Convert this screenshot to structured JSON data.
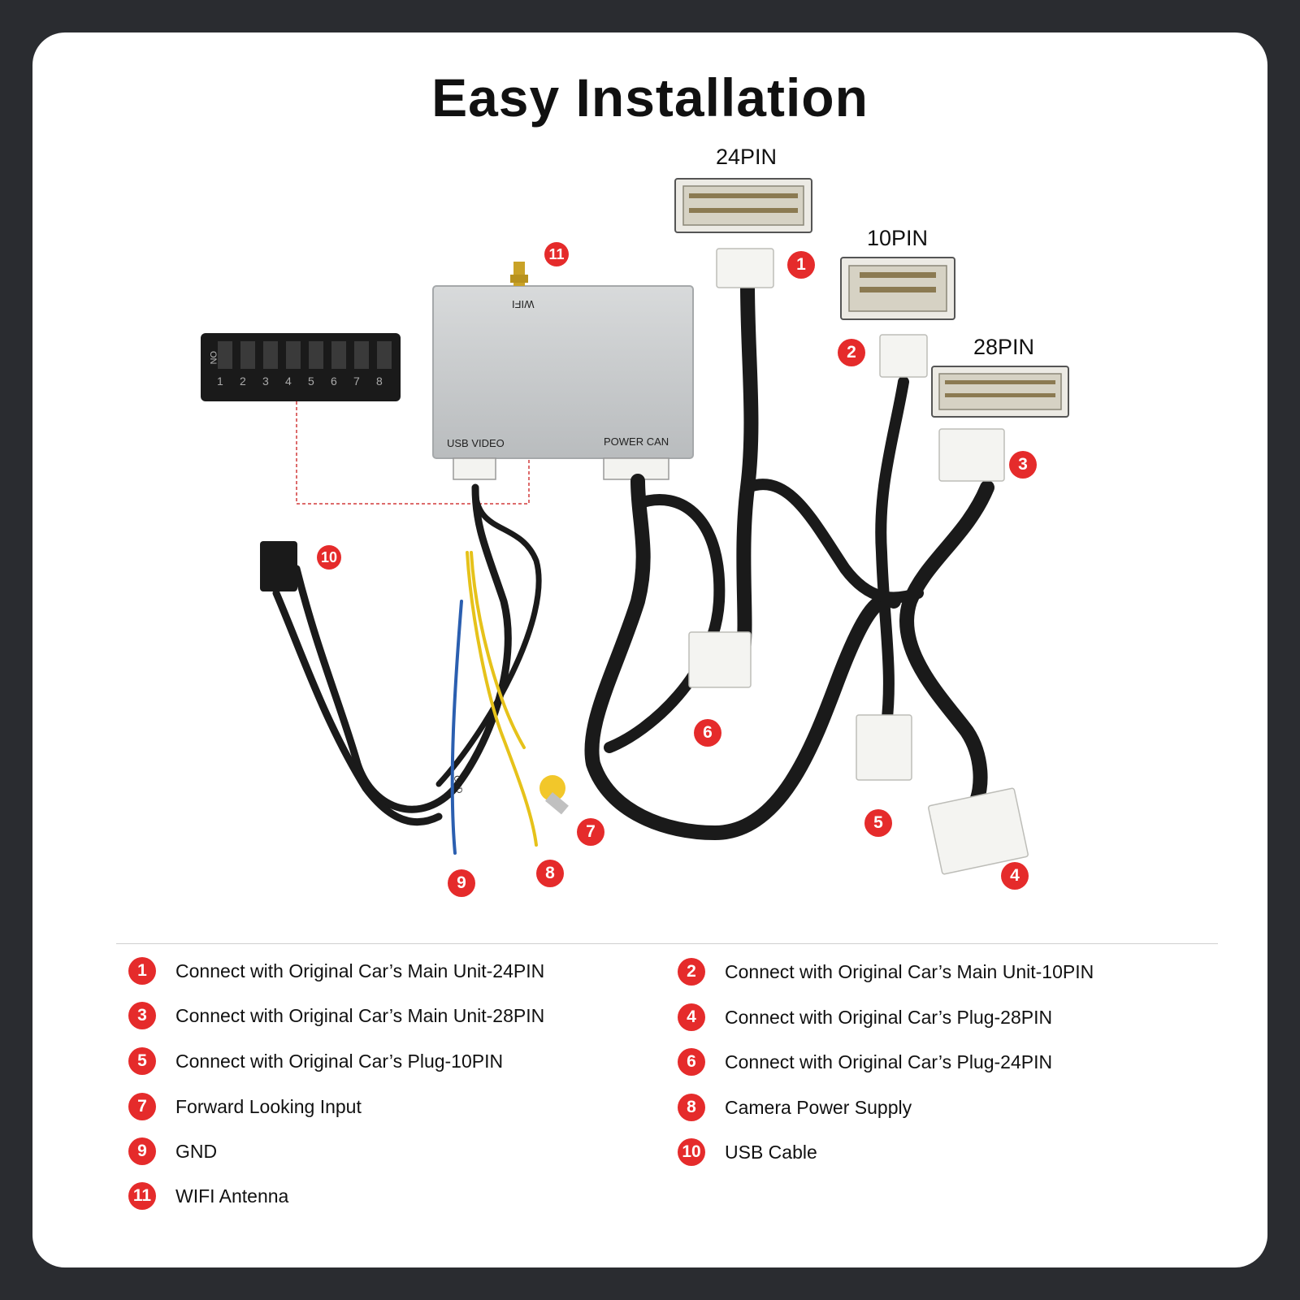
{
  "title": "Easy Installation",
  "pin_labels": {
    "pin24": "24PIN",
    "pin10": "10PIN",
    "pin28": "28PIN"
  },
  "box_labels": {
    "wifi": "WIFI",
    "usb_video": "USB VIDEO",
    "power_can": "POWER CAN",
    "gnd_tag": "GND",
    "dip_on": "ON",
    "dip_numbers": [
      "1",
      "2",
      "3",
      "4",
      "5",
      "6",
      "7",
      "8"
    ]
  },
  "callouts": [
    "1",
    "2",
    "3",
    "4",
    "5",
    "6",
    "7",
    "8",
    "9",
    "10",
    "11"
  ],
  "legend": [
    {
      "num": "1",
      "text": "Connect with Original Car’s Main Unit-24PIN"
    },
    {
      "num": "2",
      "text": "Connect with Original Car’s Main Unit-10PIN"
    },
    {
      "num": "3",
      "text": "Connect with Original Car’s Main Unit-28PIN"
    },
    {
      "num": "4",
      "text": "Connect with Original Car’s Plug-28PIN"
    },
    {
      "num": "5",
      "text": "Connect with Original Car’s Plug-10PIN"
    },
    {
      "num": "6",
      "text": "Connect with Original Car’s Plug-24PIN"
    },
    {
      "num": "7",
      "text": "Forward Looking Input"
    },
    {
      "num": "8",
      "text": "Camera Power Supply"
    },
    {
      "num": "9",
      "text": "GND"
    },
    {
      "num": "10",
      "text": "USB Cable"
    },
    {
      "num": "11",
      "text": "WIFI Antenna"
    }
  ],
  "colors": {
    "background": "#2a2c30",
    "card": "#ffffff",
    "badge": "#e52b2b",
    "cable": "#1a1a1a",
    "module": "#c9cbcc",
    "connector": "#f1f1ee"
  }
}
